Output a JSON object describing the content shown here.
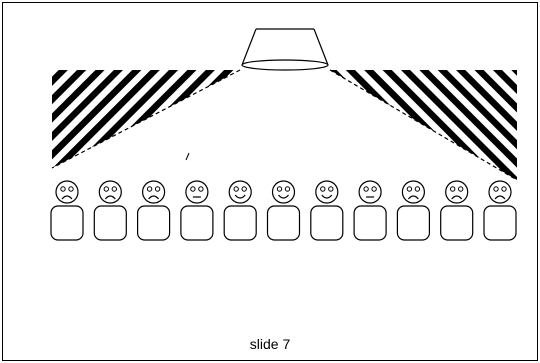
{
  "slide": {
    "caption": "slide 7"
  },
  "scene": {
    "lamp_icon": "ceiling-lamp-icon",
    "shadow_pattern": "diagonal-hatch",
    "audience": [
      {
        "expression": "sad"
      },
      {
        "expression": "sad"
      },
      {
        "expression": "sad"
      },
      {
        "expression": "neutral"
      },
      {
        "expression": "happy"
      },
      {
        "expression": "happy"
      },
      {
        "expression": "happy"
      },
      {
        "expression": "neutral"
      },
      {
        "expression": "sad"
      },
      {
        "expression": "sad"
      },
      {
        "expression": "sad"
      }
    ]
  },
  "colors": {
    "ink": "#000000",
    "background": "#ffffff"
  }
}
